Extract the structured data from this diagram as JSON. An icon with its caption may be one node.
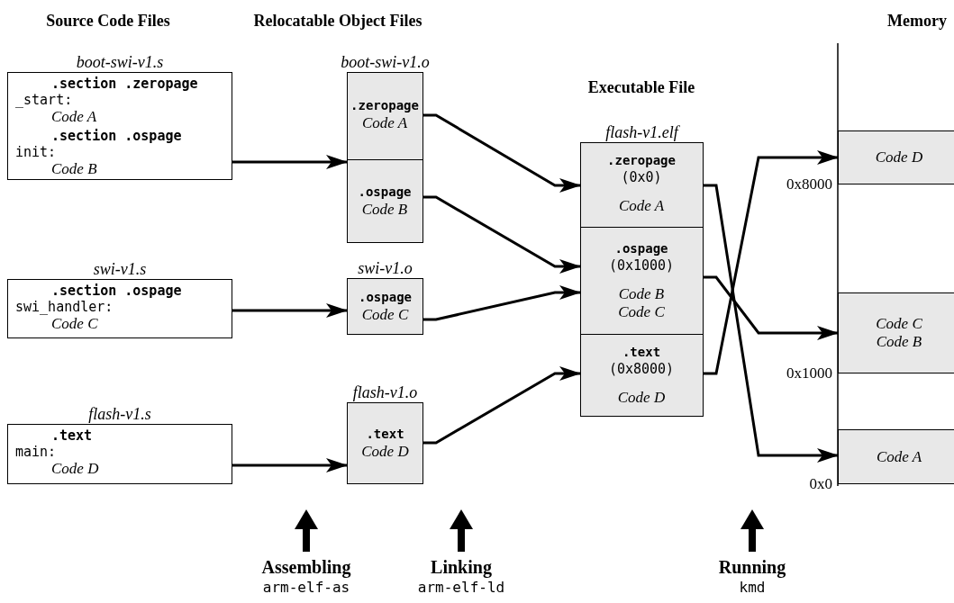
{
  "diagram": {
    "nodes": [
      {
        "text": [
          "boot-swi-v1.s",
          ".section .zeropage",
          "_start:",
          "Code A",
          ".section .ospage",
          "init:",
          "Code B"
        ]
      },
      {
        "text": [
          "swi-v1.s",
          ".section .ospage",
          "swi_handler:",
          "Code C"
        ]
      },
      {
        "text": [
          "flash-v1.s",
          ".text",
          "main:",
          "Code D"
        ]
      },
      {
        "text": [
          "boot-swi-v1.o"
        ]
      },
      {
        "text": [
          ".zeropage",
          "Code A"
        ],
        "in": 3
      },
      {
        "text": [
          ".ospage",
          "Code B"
        ],
        "in": 3
      },
      {
        "text": [
          "swi-v1.o",
          ".ospage",
          "Code C"
        ]
      },
      {
        "text": [
          "flash-v1.o",
          ".text",
          "Code D"
        ]
      },
      {
        "text": [
          "flash-v1.elf"
        ]
      },
      {
        "text": [
          ".zeropage",
          "(0x0)",
          "Code A"
        ],
        "in": 8
      },
      {
        "text": [
          ".ospage",
          "(0x1000)",
          "Code B",
          "Code C"
        ],
        "in": 8
      },
      {
        "text": [
          ".text",
          "(0x8000)",
          "Code D"
        ],
        "in": 8
      },
      {
        "text": [
          "Code D"
        ],
        "beside": [
          "0x8000"
        ]
      },
      {
        "text": [
          "Code C",
          "Code B"
        ],
        "beside": [
          "0x1000"
        ]
      },
      {
        "text": [
          "Code A"
        ],
        "beside": [
          "0x0"
        ]
      }
    ],
    "edges": [
      {
        "from": 0,
        "to": 3,
        "arrow": "to"
      },
      {
        "from": 1,
        "to": 6,
        "arrow": "to"
      },
      {
        "from": 2,
        "to": 7,
        "arrow": "to"
      },
      {
        "from": 4,
        "to": 9,
        "arrow": "to"
      },
      {
        "from": 5,
        "to": 10,
        "arrow": "to"
      },
      {
        "from": 6,
        "to": 10,
        "arrow": "to"
      },
      {
        "from": 7,
        "to": 11,
        "arrow": "to"
      },
      {
        "from": 9,
        "to": 14,
        "arrow": "to"
      },
      {
        "from": 10,
        "to": 13,
        "arrow": "to"
      },
      {
        "from": 11,
        "to": 12,
        "arrow": "to"
      }
    ],
    "labels": [
      "Source Code Files",
      "Relocatable Object Files",
      "Executable File",
      "Memory",
      "Assembling",
      "arm-elf-as",
      "Linking",
      "arm-elf-ld",
      "Running",
      "kmd"
    ]
  }
}
